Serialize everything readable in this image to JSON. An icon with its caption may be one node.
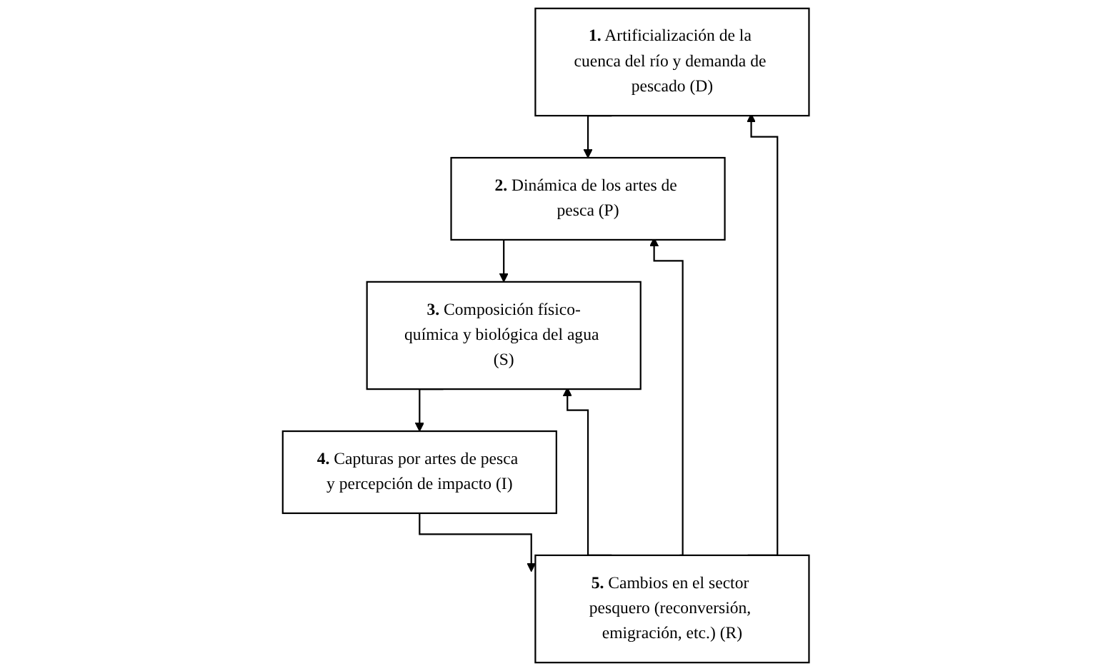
{
  "diagram": {
    "nodes": [
      {
        "text": [
          "**1.** Artificialización de la cuenca del río y demanda de pescado (D)"
        ]
      },
      {
        "text": [
          "**2.** Dinámica de los artes de pesca (P)"
        ]
      },
      {
        "text": [
          "**3.** Composición físico-química y biológica del agua (S)"
        ]
      },
      {
        "text": [
          "**4.** Capturas por artes de pesca y percepción de impacto (I)"
        ]
      },
      {
        "text": [
          "**5.** Cambios en el sector pesquero (reconversión, emigración, etc.) (R)"
        ]
      }
    ],
    "edges": [
      {
        "from": 4,
        "to": 0,
        "arrow": "to"
      },
      {
        "from": 0,
        "to": 1,
        "arrow": "to"
      },
      {
        "from": 1,
        "to": 2,
        "arrow": "to"
      },
      {
        "from": 2,
        "to": 3,
        "arrow": "to"
      },
      {
        "from": 3,
        "to": 4,
        "arrow": "to"
      },
      {
        "from": 4,
        "to": 1,
        "arrow": "to"
      },
      {
        "from": 4,
        "to": 2,
        "arrow": "to"
      }
    ]
  }
}
